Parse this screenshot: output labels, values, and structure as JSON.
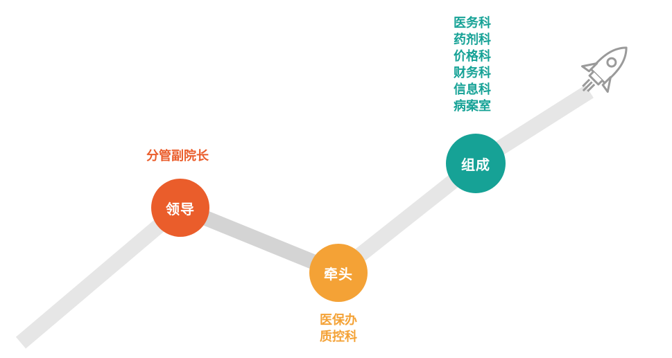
{
  "nodes": {
    "lead": {
      "label": "领导",
      "caption": [
        "分管副院长"
      ],
      "color": "#ea5d2b"
    },
    "head": {
      "label": "牵头",
      "caption": [
        "医保办",
        "质控科"
      ],
      "color": "#f4a236"
    },
    "form": {
      "label": "组成",
      "caption": [
        "医务科",
        "药剂科",
        "价格科",
        "财务科",
        "信息科",
        "病案室"
      ],
      "color": "#16a296"
    }
  },
  "icons": {
    "rocket": "rocket-icon"
  },
  "colors": {
    "track": "#e4e4e4",
    "track_dark": "#d2d2d2",
    "rocket_stroke": "#9a9a9a"
  }
}
